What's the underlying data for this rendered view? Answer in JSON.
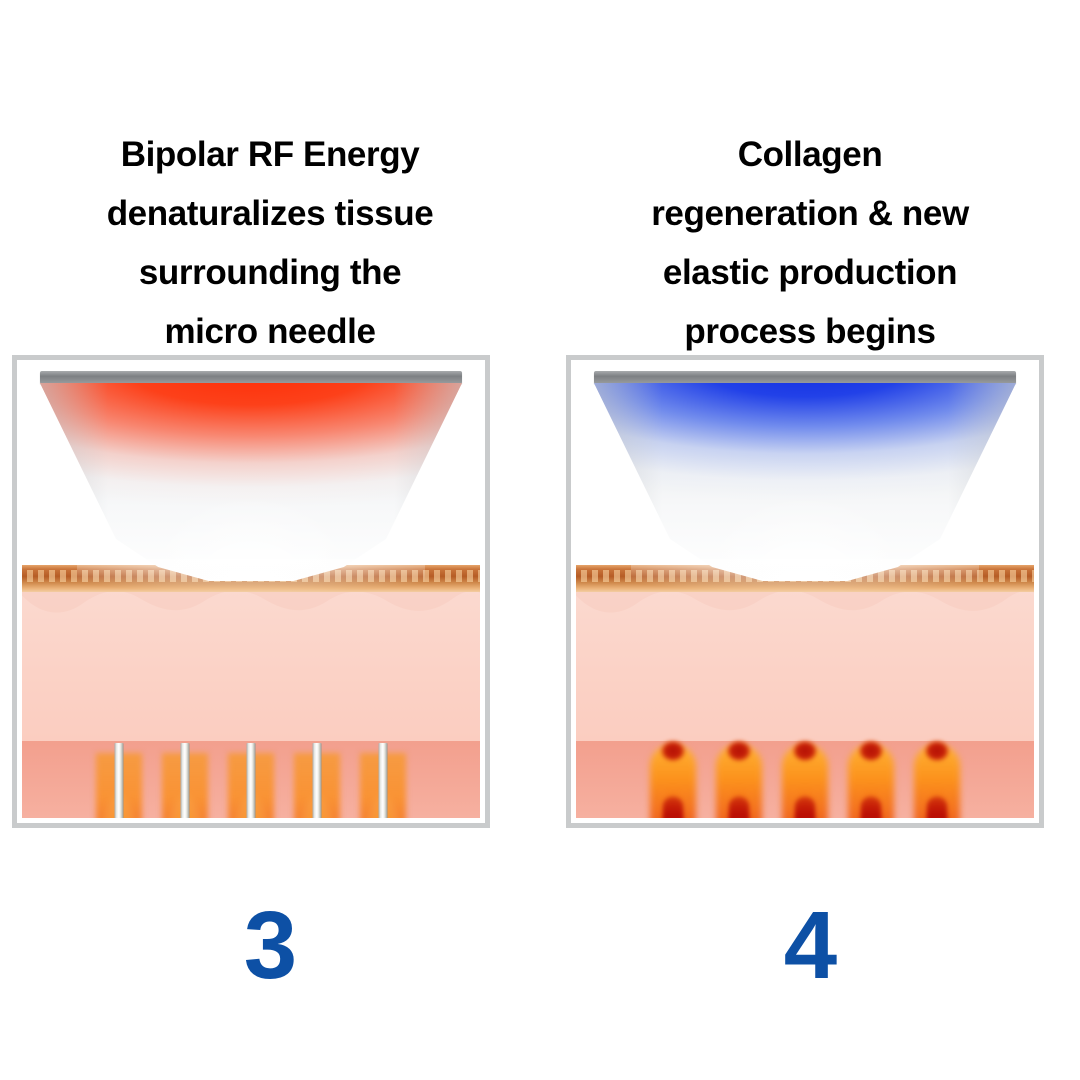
{
  "meta": {
    "background_color": "#ffffff",
    "accent_number_color": "#0d50a5",
    "heading_color": "#000000"
  },
  "panels": [
    {
      "id": "panel-step-3",
      "heading": "Bipolar RF Energy\ndenaturalizes tissue\nsurrounding the\nmicro needle",
      "step_number": "3",
      "illustration": {
        "applicator_label": "rf-applicator-tip",
        "applicator_state": "heated",
        "applicator_energy_color": "#ff2800",
        "needle_state": "inserted",
        "needle_count": 5,
        "layers": [
          {
            "name": "epidermis",
            "color": "#b65c25"
          },
          {
            "name": "dermis",
            "color": "#fbd2c6"
          },
          {
            "name": "hypodermis",
            "color": "#f29d8b"
          }
        ],
        "thermal_zone_colors": {
          "halo": "#fa8c1a",
          "core": "#cc1408"
        }
      }
    },
    {
      "id": "panel-step-4",
      "heading": "Collagen\nregeneration & new\nelastic production\nprocess begins",
      "step_number": "4",
      "illustration": {
        "applicator_label": "rf-applicator-tip",
        "applicator_state": "cooled",
        "applicator_energy_color": "#0a26e1",
        "needle_state": "withdrawn",
        "needle_count": 5,
        "layers": [
          {
            "name": "epidermis",
            "color": "#b65c25"
          },
          {
            "name": "dermis",
            "color": "#fbd2c6"
          },
          {
            "name": "hypodermis",
            "color": "#f29d8b"
          }
        ],
        "thermal_zone_colors": {
          "halo": "#fc9216",
          "core": "#bb1004"
        }
      }
    }
  ]
}
